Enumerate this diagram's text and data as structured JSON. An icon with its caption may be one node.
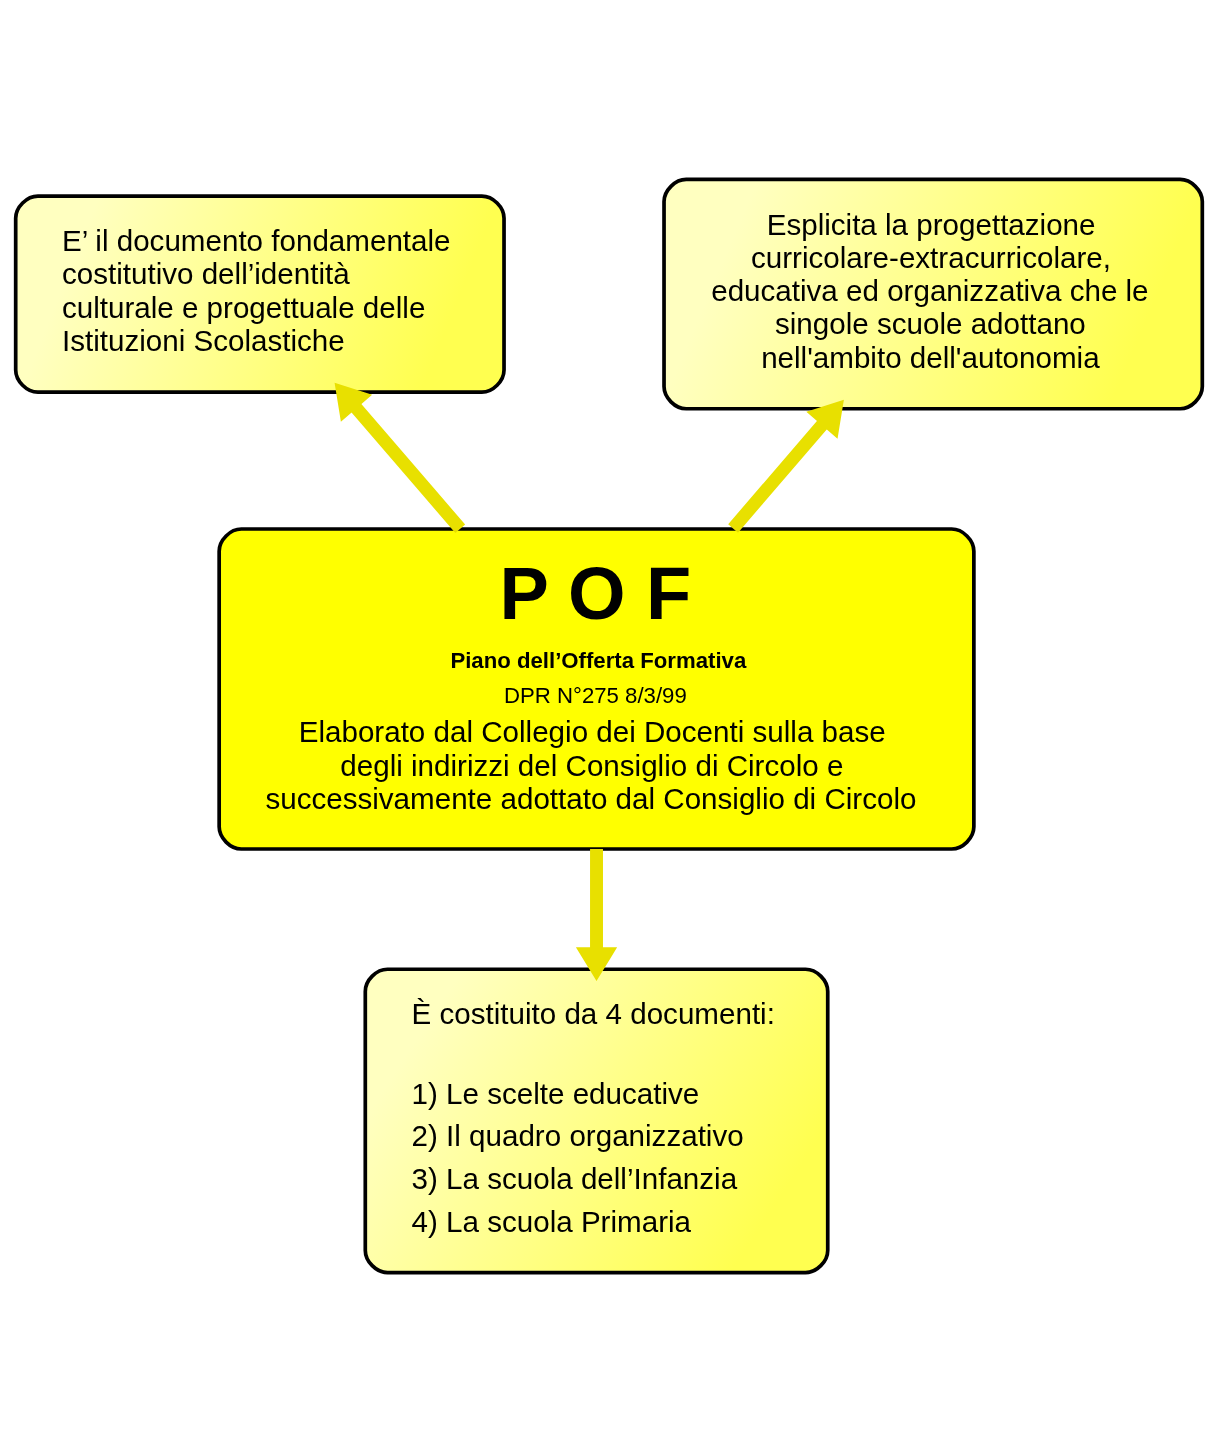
{
  "diagram": {
    "nodes": [
      {
        "text": [
          "E’ il documento fondamentale costitutivo dell’identità culturale e progettuale delle Istituzioni Scolastiche"
        ]
      },
      {
        "text": [
          "Esplicita la progettazione curricolare-extracurricolare, educativa ed organizzativa che le singole scuole adottano nell'ambito dell'autonomia"
        ]
      },
      {
        "text": [
          "P O F",
          "Piano dell’Offerta Formativa",
          "DPR N°275 8/3/99",
          "Elaborato dal Collegio dei Docenti sulla base degli indirizzi del Consiglio di Circolo e successivamente adottato dal Consiglio di Circolo"
        ]
      },
      {
        "text": [
          "È costituito da 4 documenti:",
          "1) Le scelte educative",
          "2) Il quadro organizzativo",
          "3) La scuola dell’Infanzia",
          "4) La scuola Primaria"
        ]
      }
    ],
    "edges": [
      {
        "from": 2,
        "to": 0,
        "arrow": "to"
      },
      {
        "from": 2,
        "to": 1,
        "arrow": "to"
      },
      {
        "from": 2,
        "to": 3,
        "arrow": "to"
      }
    ]
  }
}
